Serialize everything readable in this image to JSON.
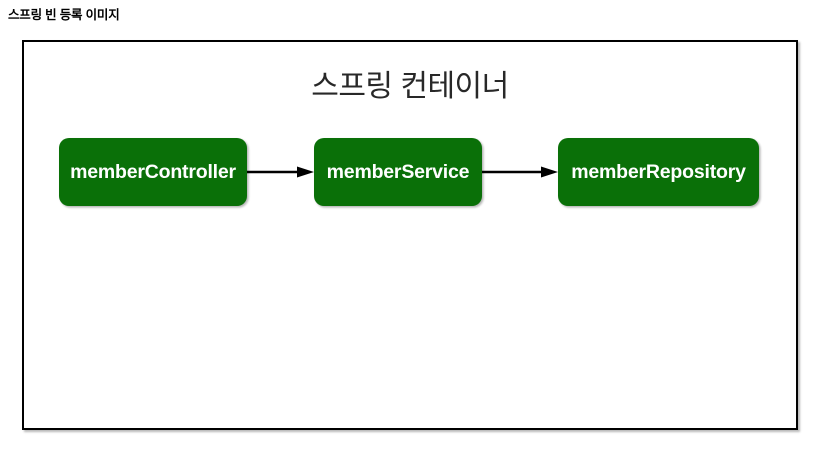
{
  "page": {
    "title": "스프링 빈 등록 이미지"
  },
  "diagram": {
    "container_label": "스프링 컨테이너",
    "accent_color": "#0a7008",
    "border_color": "#000000",
    "label_color": "#ffffff",
    "beans": [
      {
        "id": "member-controller",
        "label": "memberController"
      },
      {
        "id": "member-service",
        "label": "memberService"
      },
      {
        "id": "member-repository",
        "label": "memberRepository"
      }
    ],
    "arrows": [
      {
        "from": "memberController",
        "to": "memberService",
        "style": "solid-arrow"
      },
      {
        "from": "memberService",
        "to": "memberRepository",
        "style": "solid-arrow"
      }
    ]
  }
}
